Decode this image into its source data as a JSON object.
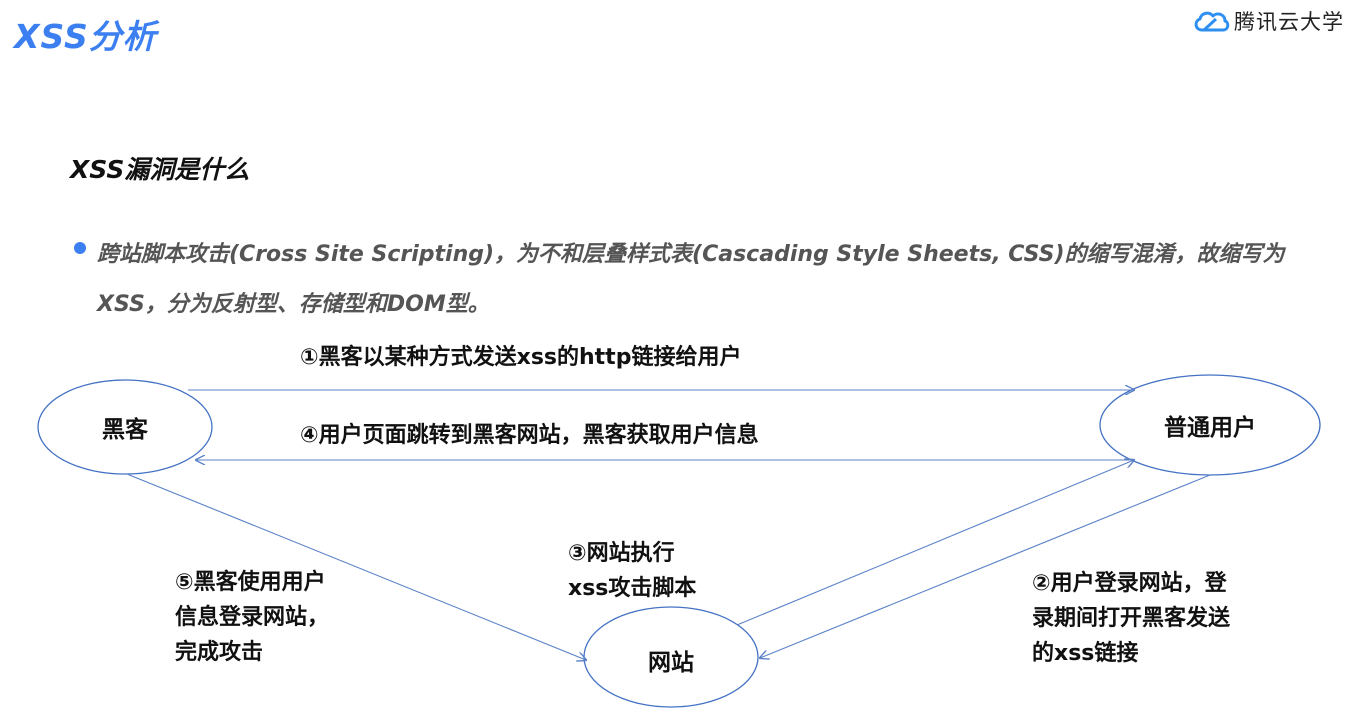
{
  "header": {
    "title": "XSS分析",
    "brand_name": "腾讯云大学",
    "brand_icon": "cloud-icon"
  },
  "section": {
    "title": "XSS漏洞是什么",
    "bullet": "跨站脚本攻击(Cross Site Scripting)，为不和层叠样式表(Cascading Style Sheets, CSS)的缩写混淆，故缩写为XSS，分为反射型、存储型和DOM型。"
  },
  "diagram": {
    "nodes": {
      "hacker": "黑客",
      "user": "普通用户",
      "website": "网站"
    },
    "edges": {
      "step1": "①黑客以某种方式发送xss的http链接给用户",
      "step2": [
        "②用户登录网站，登",
        "录期间打开黑客发送",
        "的xss链接"
      ],
      "step3": [
        "③网站执行",
        "xss攻击脚本"
      ],
      "step4": "④用户页面跳转到黑客网站，黑客获取用户信息",
      "step5": [
        "⑤黑客使用用户",
        "信息登录网站，",
        "完成攻击"
      ]
    },
    "colors": {
      "line": "#5b82c8",
      "ellipse": "#4472c4",
      "accent": "#3b7ff0"
    }
  }
}
